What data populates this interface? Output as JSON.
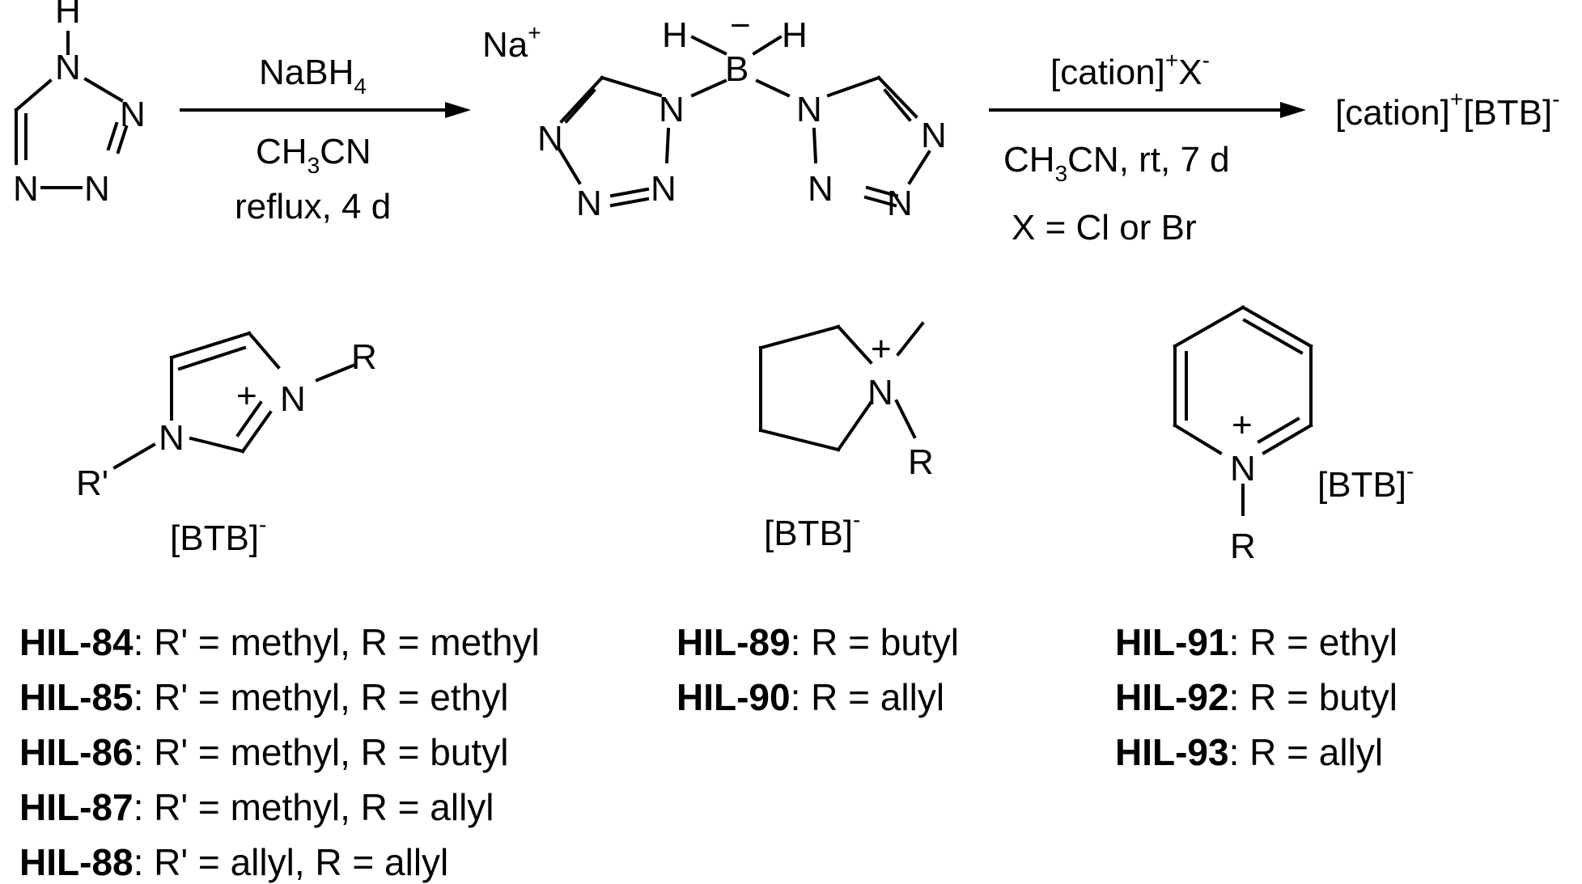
{
  "atoms": {
    "H": "H",
    "N": "N",
    "B": "B",
    "R": "R",
    "R_prime": "R'",
    "plus": "+",
    "minus": "−"
  },
  "reaction1": {
    "reagent": "NaBH",
    "reagent_sub": "4",
    "solvent_a": "CH",
    "solvent_sub": "3",
    "solvent_b": "CN",
    "conditions": "reflux, 4 d"
  },
  "intermediate": {
    "counterion": "Na",
    "counterion_charge": "+"
  },
  "reaction2": {
    "reagent": "[cation]",
    "reagent_charge": "+",
    "reagent_anion": "X",
    "reagent_anion_charge": "-",
    "solvent_a": "CH",
    "solvent_sub": "3",
    "solvent_b": "CN, rt, 7 d",
    "halide_note": "X = Cl or Br"
  },
  "product": {
    "cation": "[cation]",
    "cation_charge": "+",
    "anion": "[BTB]",
    "anion_charge": "-"
  },
  "salts": {
    "anion": "[BTB]",
    "anion_charge": "-"
  },
  "imidazolium_list": [
    {
      "id": "HIL-84",
      "desc": ": R' = methyl, R = methyl"
    },
    {
      "id": "HIL-85",
      "desc": ": R' = methyl, R = ethyl"
    },
    {
      "id": "HIL-86",
      "desc": ": R' = methyl, R = butyl"
    },
    {
      "id": "HIL-87",
      "desc": ": R' = methyl, R = allyl"
    },
    {
      "id": "HIL-88",
      "desc": ": R' = allyl, R = allyl"
    }
  ],
  "pyrrolidinium_list": [
    {
      "id": "HIL-89",
      "desc": ": R = butyl"
    },
    {
      "id": "HIL-90",
      "desc": ": R = allyl"
    }
  ],
  "pyridinium_list": [
    {
      "id": "HIL-91",
      "desc": ": R = ethyl"
    },
    {
      "id": "HIL-92",
      "desc": ": R = butyl"
    },
    {
      "id": "HIL-93",
      "desc": ": R = allyl"
    }
  ]
}
